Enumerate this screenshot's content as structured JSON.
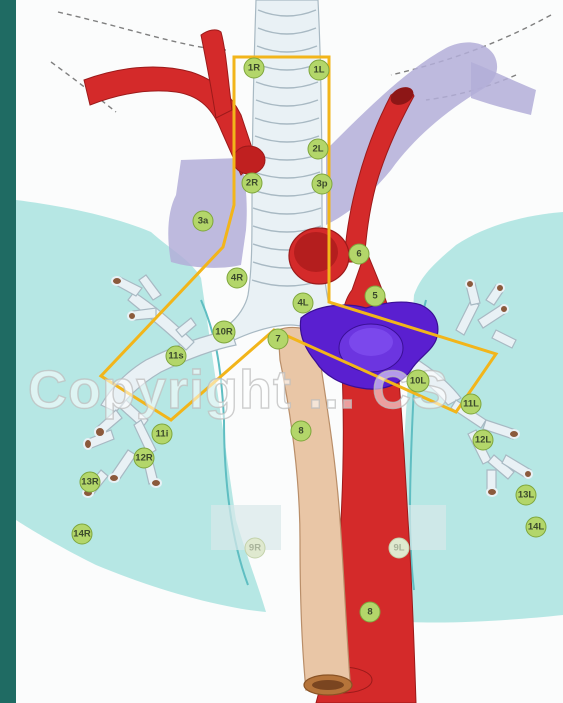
{
  "watermark": "Copyright ... CS",
  "lymph_node_labels": {
    "n1R": "1R",
    "n1L": "1L",
    "n2R": "2R",
    "n2L": "2L",
    "n3a": "3a",
    "n3p": "3p",
    "n4R": "4R",
    "n4L": "4L",
    "n5": "5",
    "n6": "6",
    "n7": "7",
    "n8_upper": "8",
    "n8_lower": "8",
    "n9R": "9R",
    "n9L": "9L",
    "n10R": "10R",
    "n10L": "10L",
    "n11s": "11s",
    "n11i": "11i",
    "n11L": "11L",
    "n12R": "12R",
    "n12L": "12L",
    "n13R": "13R",
    "n13L": "13L",
    "n14R": "14R",
    "n14L": "14L"
  },
  "colors": {
    "background": "#1f6b63",
    "lung": "#9fe0dc",
    "trachea": "#e9f1f5",
    "aorta": "#d42a2a",
    "vena_cava": "#b3aed8",
    "pulmonary_artery": "#5a1fd0",
    "esophagus": "#e9c6a6",
    "node_fill": "#b3d66a",
    "radiation_field_outline": "#f2b51a"
  }
}
